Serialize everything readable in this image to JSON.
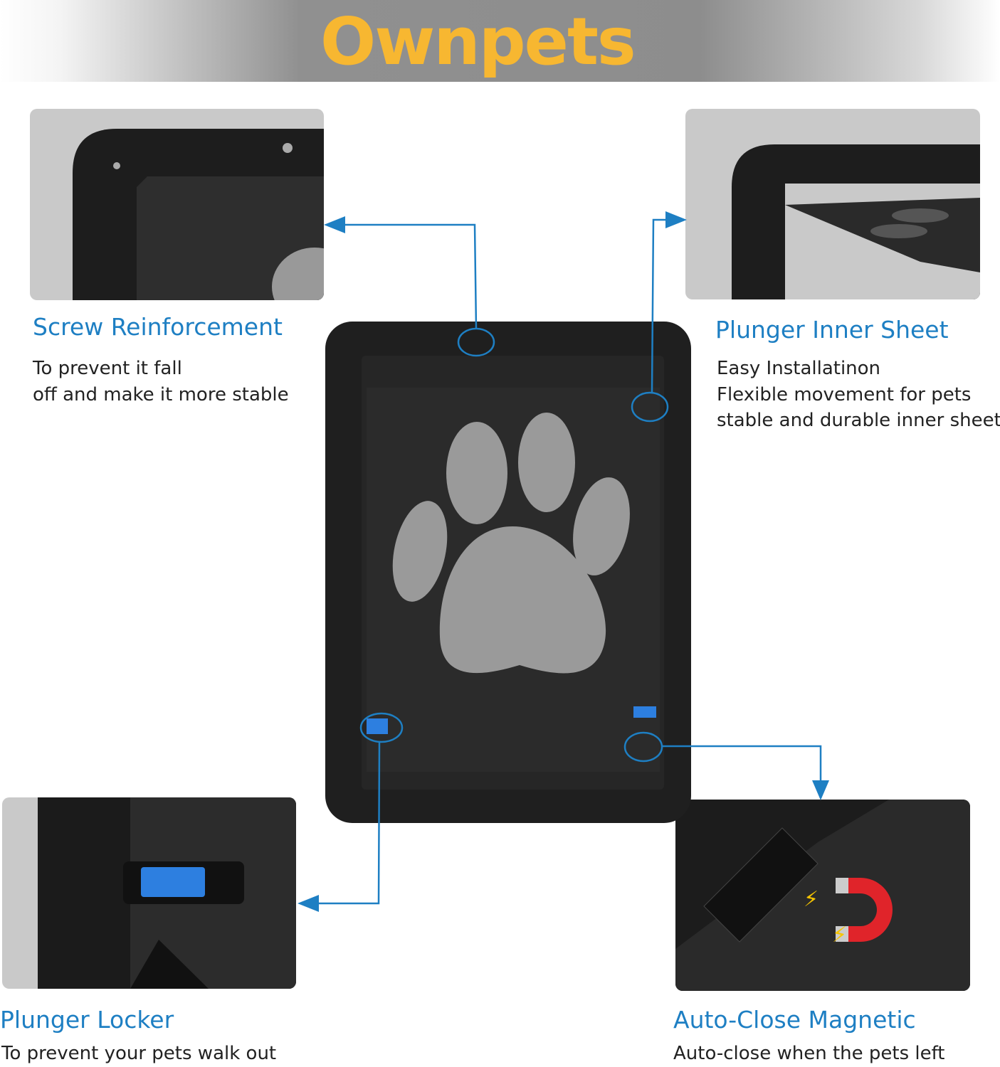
{
  "brand": {
    "logo": "Ownpets",
    "accent": "#1e7fc3",
    "logo_color": "#f7b731"
  },
  "features": [
    {
      "title": "Screw Reinforcement",
      "lines": [
        "To prevent it fall",
        "off and make it more stable"
      ]
    },
    {
      "title": "Plunger Inner Sheet",
      "lines": [
        "Easy Installatinon",
        "Flexible movement for pets",
        "stable and durable inner sheet"
      ]
    },
    {
      "title": "Plunger Locker",
      "lines": [
        "To prevent your pets walk out"
      ]
    },
    {
      "title": "Auto-Close Magnetic",
      "lines": [
        "Auto-close when the pets left"
      ]
    }
  ]
}
